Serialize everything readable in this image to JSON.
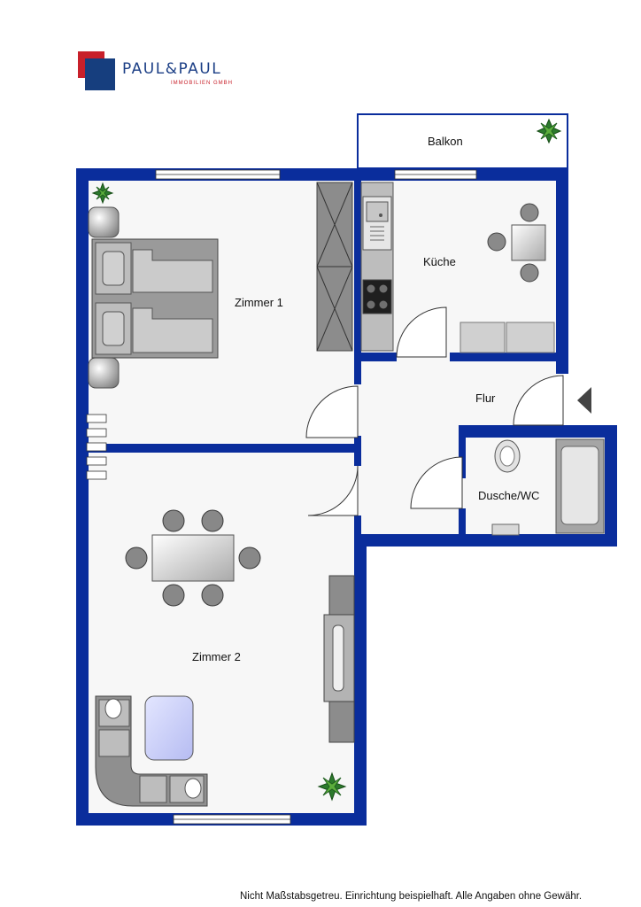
{
  "brand": {
    "name": "PAUL&PAUL",
    "subtitle": "IMMOBILIEN GMBH"
  },
  "rooms": {
    "balkon": "Balkon",
    "zimmer1": "Zimmer 1",
    "kueche": "Küche",
    "flur": "Flur",
    "dusche": "Dusche/WC",
    "zimmer2": "Zimmer 2"
  },
  "footer": {
    "note": "Nicht Maßstabsgetreu. Einrichtung beispielhaft. Alle Angaben ohne Gewähr."
  },
  "colors": {
    "wall": "#0a2d9c",
    "floor": "#f7f7f7",
    "furniture": "#9c9c9c",
    "brand_red": "#c8202a",
    "brand_blue": "#163e7e"
  }
}
